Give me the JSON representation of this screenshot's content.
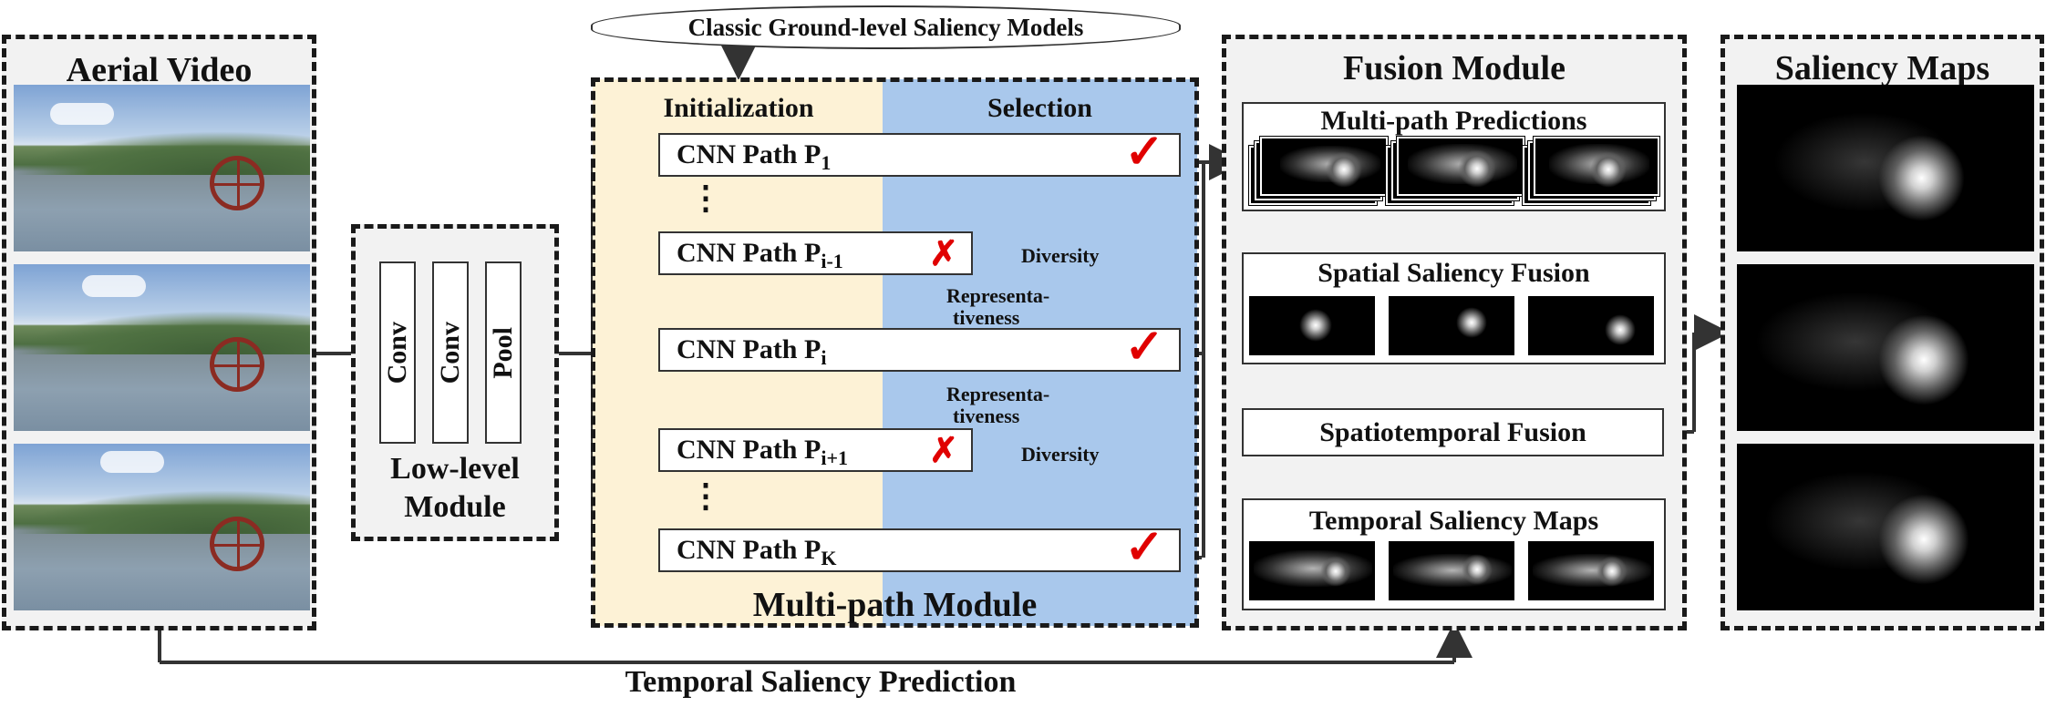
{
  "aerial_video": {
    "title": "Aerial Video"
  },
  "low_level": {
    "conv1": "Conv",
    "conv2": "Conv",
    "pool": "Pool",
    "title_line1": "Low-level",
    "title_line2": "Module"
  },
  "classic_models": {
    "label": "Classic Ground-level Saliency Models"
  },
  "multipath": {
    "initialization": "Initialization",
    "selection": "Selection",
    "title": "Multi-path Module",
    "paths": [
      {
        "label": "CNN Path P",
        "sub": "1",
        "mark": "✓"
      },
      {
        "label": "CNN Path P",
        "sub": "i-1",
        "mark": "✗"
      },
      {
        "label": "CNN Path P",
        "sub": "i",
        "mark": "✓"
      },
      {
        "label": "CNN Path P",
        "sub": "i+1",
        "mark": "✗"
      },
      {
        "label": "CNN Path P",
        "sub": "K",
        "mark": "✓"
      }
    ],
    "dots": "⋮",
    "diversity": "Diversity",
    "representativeness_1": "Representa-",
    "representativeness_2": "tiveness"
  },
  "fusion": {
    "title": "Fusion Module",
    "multi_path_predictions": "Multi-path Predictions",
    "spatial_fusion": "Spatial Saliency Fusion",
    "spatiotemporal": "Spatiotemporal Fusion",
    "temporal_maps": "Temporal Saliency Maps"
  },
  "saliency_maps": {
    "title": "Saliency Maps"
  },
  "temporal_prediction": {
    "label": "Temporal Saliency Prediction"
  },
  "colors": {
    "init_bg": "#fdf2d6",
    "sel_bg": "#a9c8ec",
    "check": "#e00000",
    "border": "#1a1a1a"
  }
}
